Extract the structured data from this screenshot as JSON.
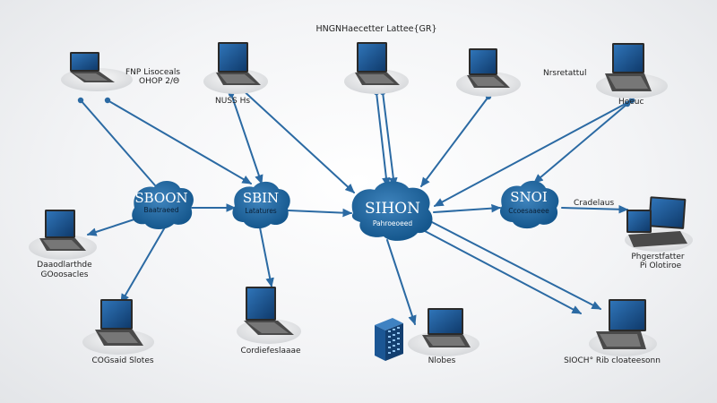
{
  "diagram": {
    "title": "HNGNHaecetter Lattee{GR}",
    "hubs": [
      {
        "id": "h1",
        "title": "SBOON",
        "subtitle": "Baatraeed"
      },
      {
        "id": "h2",
        "title": "SBIN",
        "subtitle": "Latatures"
      },
      {
        "id": "h3",
        "title": "SIHON",
        "subtitle": "Pahroeoeed"
      },
      {
        "id": "h4",
        "title": "SNOI",
        "subtitle": "Ccoesaaeee"
      }
    ],
    "labels": {
      "l1": "FNP Lisoceals",
      "l1b": "OHOP 2/Θ",
      "l2": "NUSS Hs",
      "l3": "Nrsretattul",
      "l3b": "Hoeuc",
      "l4a": "Daaodlarthde",
      "l4b": "GOoosacles",
      "l5": "Cradelaus",
      "l6a": "Phgerstfatter",
      "l6b": "Pi Olotiroe",
      "l7": "COGsaid Slotes",
      "l8": "Cordiefeslaaae",
      "l9": "Nlobes",
      "l10": "SIOCH° Rib cloateesonn"
    },
    "colors": {
      "link": "#2b6aa3",
      "hub": "#1d5f93",
      "hub_light": "#3c7fb6",
      "screen": "#1a4f8a"
    },
    "device_icons": "laptop-icon",
    "server_icon": "server-rack-icon"
  }
}
